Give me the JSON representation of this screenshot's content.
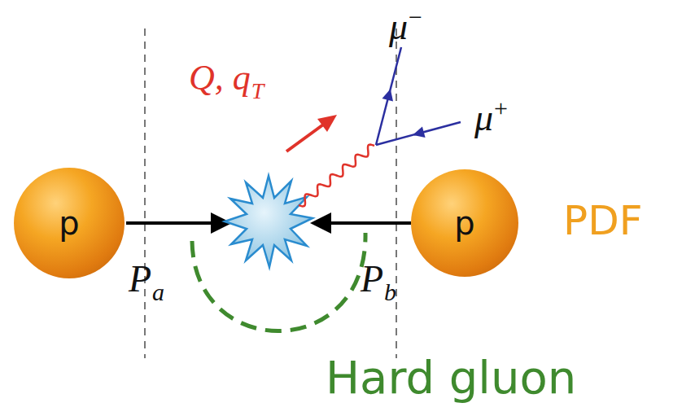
{
  "diagram": {
    "nodes": [
      {
        "text": [
          "p"
        ]
      },
      {
        "text": [
          "p"
        ]
      }
    ],
    "labels": [
      "μ",
      "−",
      "μ",
      "+",
      "Q, q",
      "T",
      "P",
      "a",
      "P",
      "b",
      "PDF",
      "Hard gluon"
    ]
  }
}
